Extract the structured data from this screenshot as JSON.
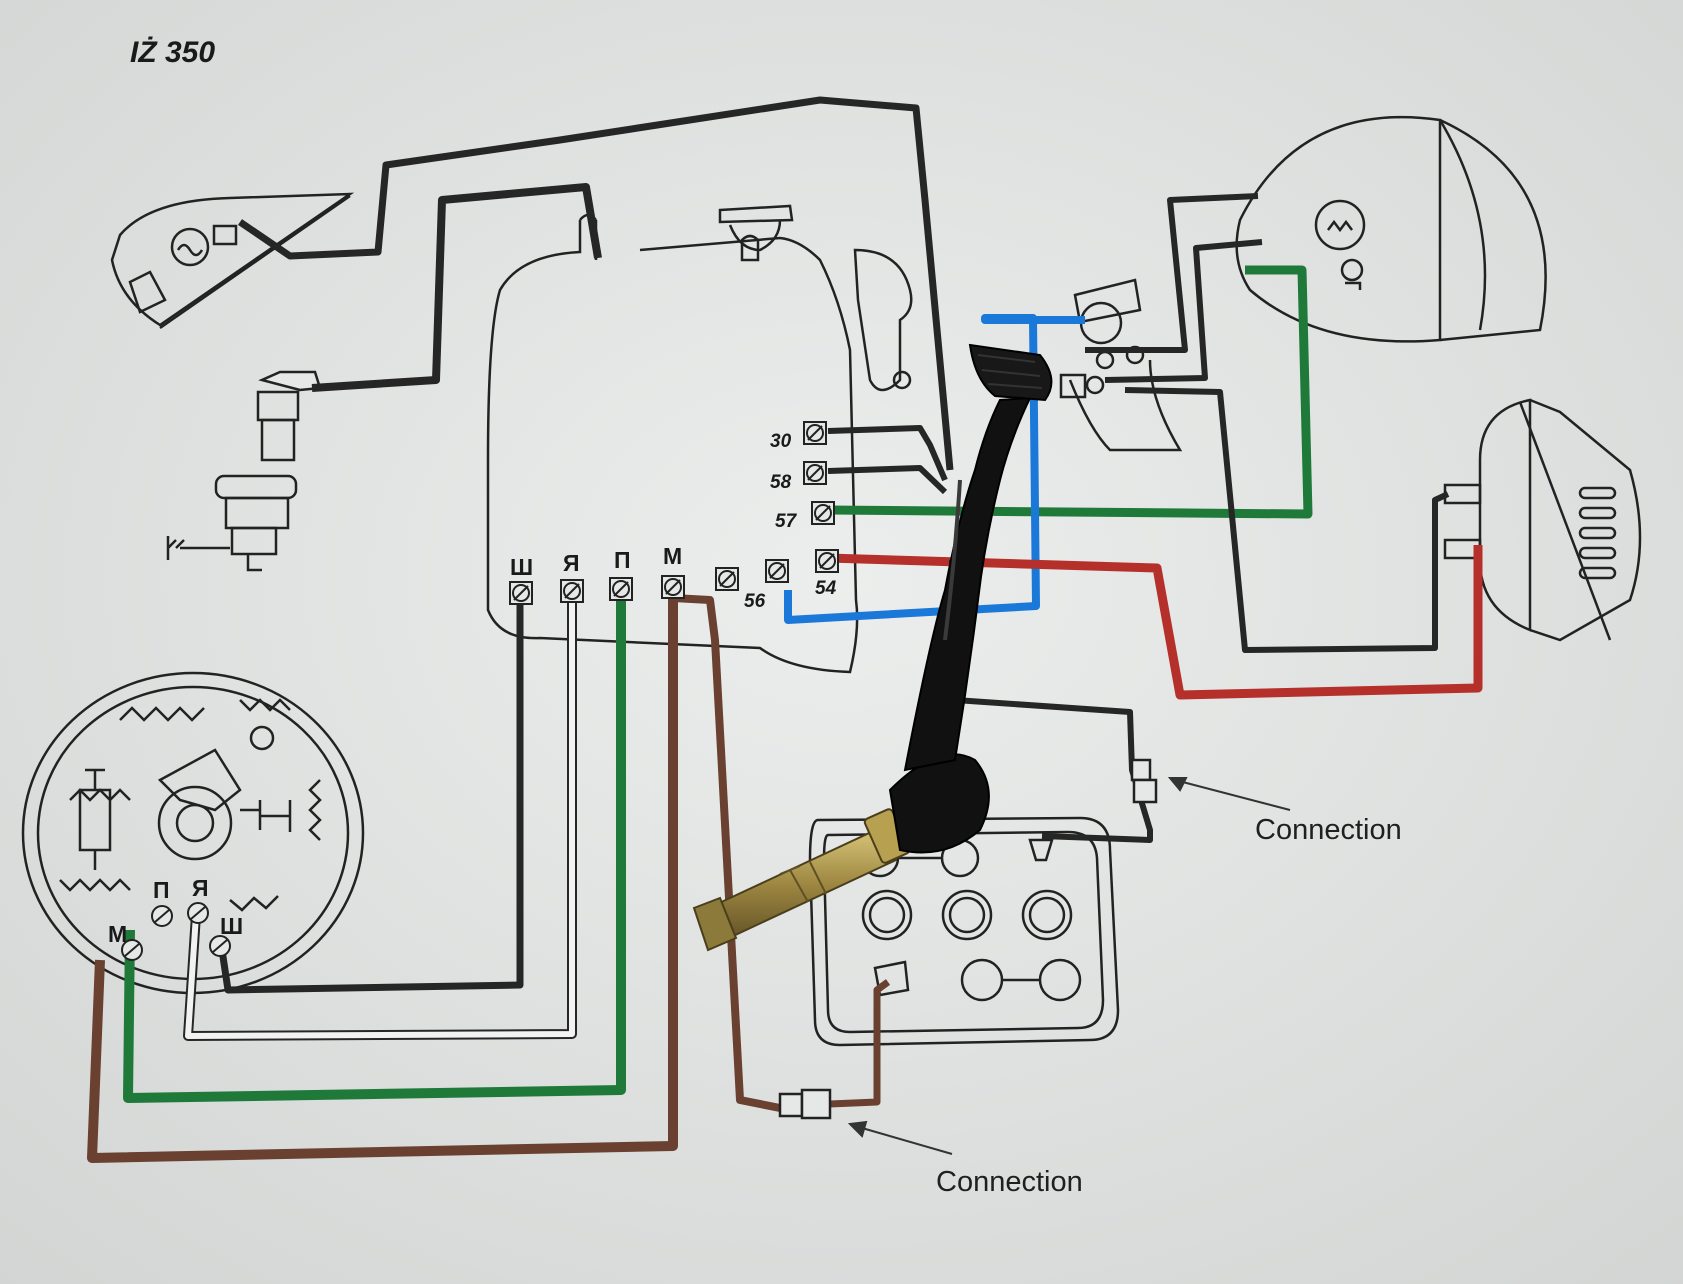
{
  "title": "IŻ 350",
  "terminals": {
    "t30": "30",
    "t58": "58",
    "t57": "57",
    "t54": "54",
    "t56": "56"
  },
  "connector_letters": {
    "sh": "Ш",
    "ya": "Я",
    "p": "П",
    "m": "М"
  },
  "magneto_letters": {
    "p": "П",
    "ya": "Я",
    "m": "М",
    "sh": "Ш"
  },
  "callouts": {
    "upper": "Connection",
    "lower": "Connection"
  },
  "colors": {
    "paper": "#e6e8e7",
    "black_wire": "#262626",
    "green_wire": "#1f7a3a",
    "blue_wire": "#1a78d8",
    "red_wire": "#b5302a",
    "brown_wire": "#6a4030",
    "white_wire": "#f0f0f0",
    "kickstart": "#111111",
    "brass": "#b39a4a"
  }
}
